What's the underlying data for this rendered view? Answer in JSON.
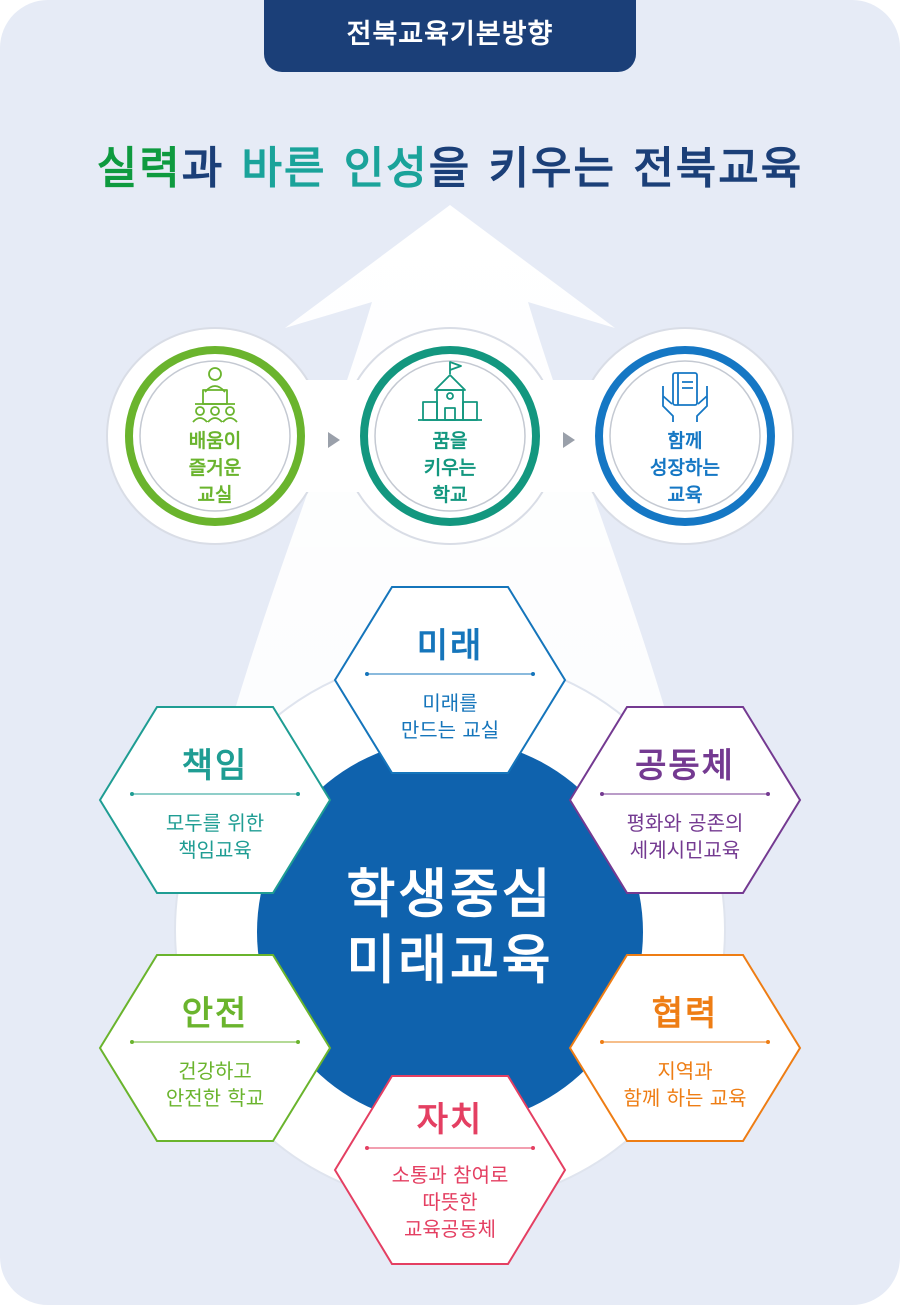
{
  "header": {
    "title": "전북교육기본방향"
  },
  "motto": {
    "part1": "실력",
    "part2": "과 ",
    "part3": "바른 인성",
    "part4": "을 키우는 전북교육"
  },
  "colors": {
    "navy": "#1b3f78",
    "background": "#e6ebf6",
    "center": "#0f62ad",
    "green": "#6ab42d",
    "teal": "#13977f",
    "blue": "#1577c4",
    "future": "#1575bb",
    "community": "#743a91",
    "cooperation": "#ee7d14",
    "autonomy": "#e43f62",
    "safety": "#6ab42d",
    "responsibility": "#1f9d93"
  },
  "circles": [
    {
      "icon": "teacher-podium-icon",
      "lines": [
        "배움이",
        "즐거운",
        "교실"
      ],
      "color": "#6ab42d"
    },
    {
      "icon": "school-building-icon",
      "lines": [
        "꿈을",
        "키우는",
        "학교"
      ],
      "color": "#13977f"
    },
    {
      "icon": "hands-book-icon",
      "lines": [
        "함께",
        "성장하는",
        "교육"
      ],
      "color": "#1577c4"
    }
  ],
  "center": {
    "lines": [
      "학생중심",
      "미래교육"
    ]
  },
  "hexagons": [
    {
      "title": "미래",
      "lines": [
        "미래를",
        "만드는 교실"
      ],
      "color": "#1575bb"
    },
    {
      "title": "공동체",
      "lines": [
        "평화와 공존의",
        "세계시민교육"
      ],
      "color": "#743a91"
    },
    {
      "title": "협력",
      "lines": [
        "지역과",
        "함께 하는 교육"
      ],
      "color": "#ee7d14"
    },
    {
      "title": "자치",
      "lines": [
        "소통과 참여로",
        "따뜻한",
        "교육공동체"
      ],
      "color": "#e43f62"
    },
    {
      "title": "안전",
      "lines": [
        "건강하고",
        "안전한 학교"
      ],
      "color": "#6ab42d"
    },
    {
      "title": "책임",
      "lines": [
        "모두를 위한",
        "책임교육"
      ],
      "color": "#1f9d93"
    }
  ]
}
